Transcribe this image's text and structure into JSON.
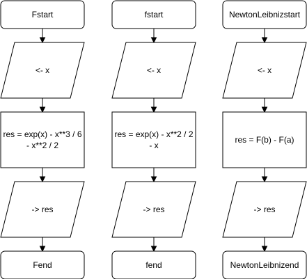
{
  "flowcharts": [
    {
      "start": "Fstart",
      "input": "<- x",
      "process_line1": "res = exp(x) - x**3 / 6",
      "process_line2": "- x**2 / 2",
      "output": "-> res",
      "end": "Fend"
    },
    {
      "start": "fstart",
      "input": "<- x",
      "process_line1": "res = exp(x) - x**2 / 2",
      "process_line2": "- x",
      "output": "-> res",
      "end": "fend"
    },
    {
      "start": "NewtonLeibnizstart",
      "input": "<- x",
      "process_line1": "res = F(b) - F(a)",
      "output": "-> res",
      "end": "NewtonLeibnizend"
    }
  ]
}
